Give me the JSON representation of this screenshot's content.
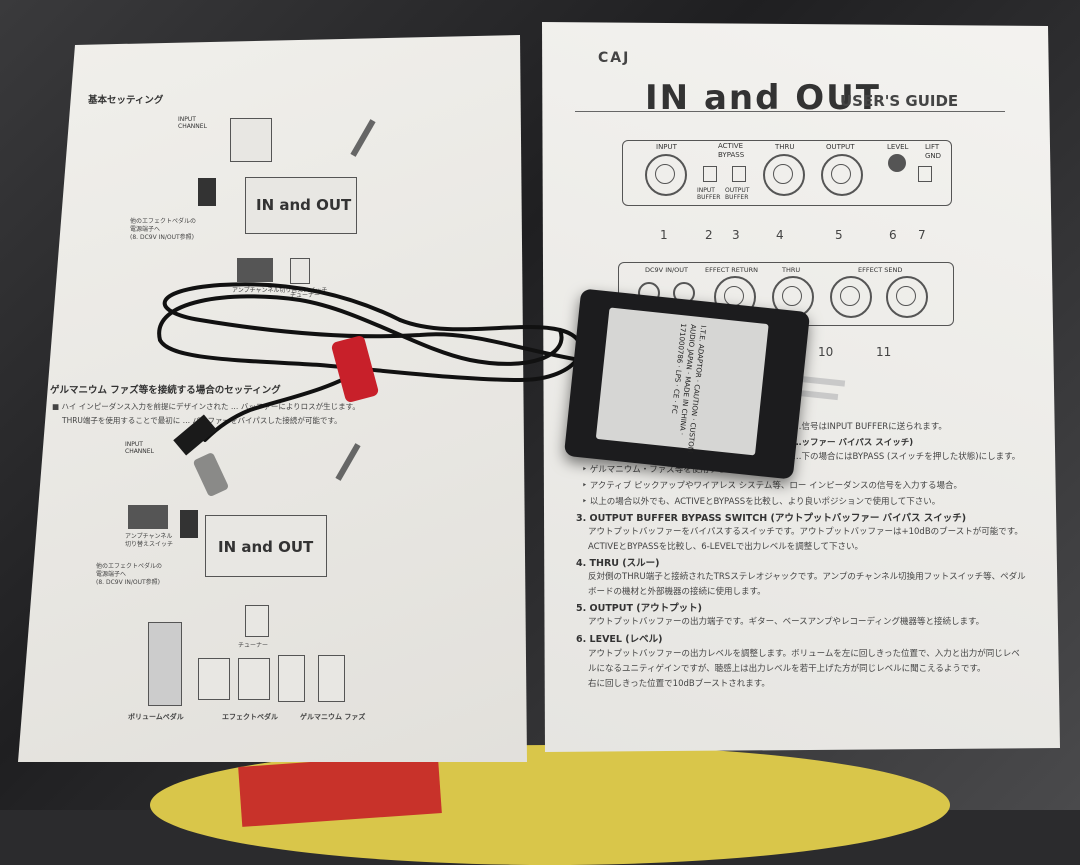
{
  "left_page": {
    "section1_title": "基本セッティング",
    "diagram1": {
      "input_channel": "INPUT\nCHANNEL",
      "device_logo": "IN and OUT",
      "power_note": [
        "他のエフェクトペダルの",
        "電源端子へ",
        "(8. DC9V IN/OUT参照)"
      ],
      "amp_switch": "アンプチャンネル切り替えスイッチ",
      "tuner": "チューナー"
    },
    "section2_title": "ゲルマニウム ファズ等を接続する場合のセッティング",
    "section2_lines": [
      "■ ハイ インピーダンス入力を前提にデザインされた … バッファーによりロスが生じます。",
      "THRU端子を使用することで最初に … バッファーをバイパスした接続が可能です。"
    ],
    "diagram2": {
      "input_channel": "INPUT\nCHANNEL",
      "device_logo": "IN and OUT",
      "amp_switch": [
        "アンプチャンネル",
        "切り替えスイッチ"
      ],
      "power_note": [
        "他のエフェクトペダルの",
        "電源端子へ",
        "(8. DC9V IN/OUT参照)"
      ],
      "tuner": "チューナー",
      "labels": [
        "ボリュームペダル",
        "エフェクトペダル",
        "ゲルマニウム ファズ"
      ]
    }
  },
  "right_page": {
    "brand": "CAJ",
    "product": "IN and OUT",
    "guide_title": "USER'S GUIDE",
    "top_panel": {
      "input": "INPUT",
      "active": "ACTIVE",
      "bypass": "BYPASS",
      "input_buffer": "INPUT BUFFER",
      "output_buffer": "OUTPUT BUFFER",
      "thru": "THRU",
      "output": "OUTPUT",
      "level": "LEVEL",
      "lift": "LIFT",
      "gnd": "GND",
      "numbers": [
        "1",
        "2",
        "3",
        "4",
        "5",
        "6",
        "7"
      ]
    },
    "bottom_panel": {
      "dc": "DC9V IN/OUT",
      "effect_return": "EFFECT RETURN",
      "thru": "THRU",
      "effect_send": "EFFECT SEND",
      "numbers": [
        "10",
        "11"
      ]
    },
    "text_lines": [
      "…信号はINPUT BUFFERに送られます。",
      "…ッファー バイパス スイッチ)",
      "…下の場合にはBYPASS (スイッチを押した状態)にします。",
      "‣ ゲルマニウム・ファズ等を使用する場合。",
      "‣ アクティブ ピックアップやワイアレス システム等、ロー インピーダンスの信号を入力する場合。",
      "‣ 以上の場合以外でも、ACTIVEとBYPASSを比較し、より良いポジションで使用して下さい。"
    ],
    "sections": [
      {
        "title": "3. OUTPUT BUFFER BYPASS SWITCH (アウトプットバッファー バイパス スイッチ)",
        "lines": [
          "アウトプットバッファーをバイパスするスイッチです。アウトプットバッファーは+10dBのブーストが可能です。",
          "ACTIVEとBYPASSを比較し、6-LEVELで出力レベルを調整して下さい。"
        ]
      },
      {
        "title": "4. THRU (スルー)",
        "lines": [
          "反対側のTHRU端子と接続されたTRSステレオジャックです。アンプのチャンネル切換用フットスイッチ等、ペダル",
          "ボードの機材と外部機器の接続に使用します。"
        ]
      },
      {
        "title": "5. OUTPUT (アウトプット)",
        "lines": [
          "アウトプットバッファーの出力端子です。ギター、ベースアンプやレコーディング機器等と接続します。"
        ]
      },
      {
        "title": "6. LEVEL (レベル)",
        "lines": [
          "アウトプットバッファーの出力レベルを調整します。ボリュームを左に回しきった位置で、入力と出力が同じレベ",
          "ルになるユニティゲインですが、聴感上は出力レベルを若干上げた方が同じレベルに聞こえるようです。",
          "右に回しきった位置で10dBブーストされます。"
        ]
      }
    ]
  },
  "adapter": {
    "label": "I.T.E. ADAPTOR · CAUTION · CUSTOM AUDIO JAPAN · MADE IN CHINA · 171000786 · LPS · CE · FC"
  },
  "colors": {
    "strap": "#c8202a",
    "adapter": "#1c1c1e",
    "paper": "#ecebe8",
    "mat_yellow": "#d9c64a"
  }
}
